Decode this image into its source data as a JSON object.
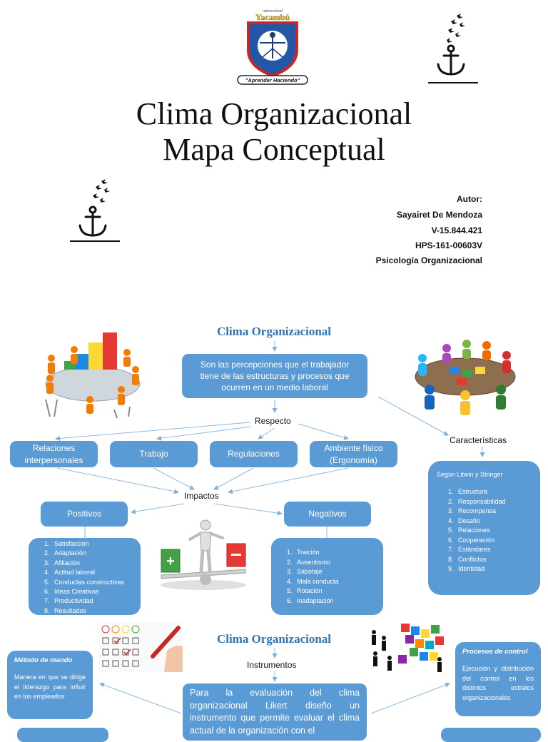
{
  "header": {
    "title_line1": "Clima Organizacional",
    "title_line2": "Mapa Conceptual",
    "logo": {
      "university": "universidad",
      "name": "Yacambú",
      "motto": "\"Aprender Haciendo\"",
      "icon": "university-crest"
    }
  },
  "author": {
    "label": "Autor:",
    "name": "Sayairet De Mendoza",
    "id": "V-15.844.421",
    "code": "HPS-161-00603V",
    "course": "Psicología Organizacional"
  },
  "map1": {
    "heading": "Clima Organizacional",
    "definition": "Son las percepciones que el trabajador tiene de las estructuras y procesos que ocurren en un medio laboral",
    "respecto": "Respecto",
    "categories": [
      {
        "label": "Relaciones interpersonales"
      },
      {
        "label": "Trabajo"
      },
      {
        "label": "Regulaciones"
      },
      {
        "label": "Ambiente físico (Ergonomía)"
      }
    ],
    "impactos": "Impactos",
    "positivos": {
      "label": "Positivos",
      "items": [
        "Satisfacción",
        "Adaptación",
        "Afiliación",
        "Actitud laboral",
        "Conductas constructivas",
        "Ideas Creativas",
        "Productividad",
        "Resultados"
      ]
    },
    "negativos": {
      "label": "Negativos",
      "items": [
        "Traición",
        "Ausentismo",
        "Sabotaje",
        "Mala conducta",
        "Rotación",
        "Inadaptación"
      ]
    },
    "caracteristicas": {
      "label": "Características",
      "source": "Según Litwin y Stringer",
      "items": [
        "Estructura",
        "Responsabilidad",
        "Recompensa",
        "Desafío",
        "Relaciones",
        "Cooperación",
        "Estándares",
        "Conflictos",
        "Identidad"
      ]
    }
  },
  "map2": {
    "heading": "Clima Organizacional",
    "instrumentos": "Instrumentos",
    "likert": "Para la evaluación del clima organizacional Likert diseño un instrumento que permite evaluar el clima actual de la organización con el",
    "metodo": {
      "title": "Método de mando",
      "text": "Manera en que se dirige el liderazgo para influir en los empleados"
    },
    "procesos": {
      "title": "Procesos de control",
      "text": "Ejecución y distribución del control en los distintos estratos organizacionales"
    }
  },
  "colors": {
    "box": "#5b9bd5",
    "heading": "#2e75b6",
    "arrow": "#5b9bd5"
  }
}
